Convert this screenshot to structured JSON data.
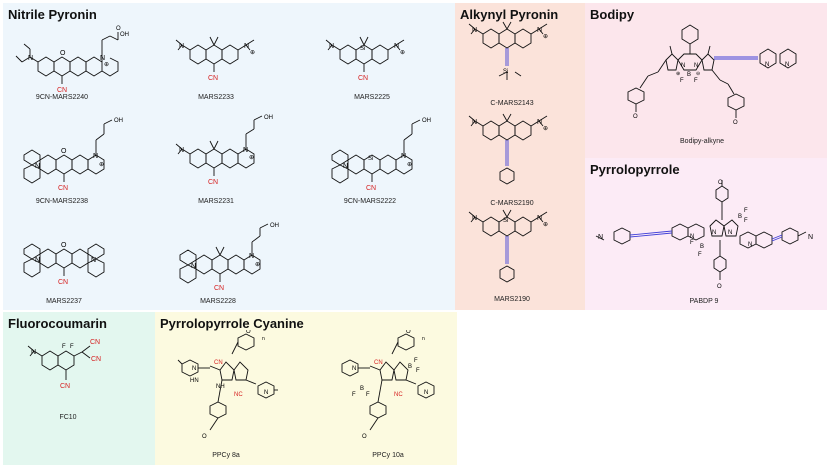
{
  "colors": {
    "nitrile_pyronin_bg": "#eef6fc",
    "alkynyl_pyronin_bg": "#fbe3da",
    "bodipy_bg": "#fce6ec",
    "pyrrolopyrrole_bg": "#fcebf6",
    "fluorocoumarin_bg": "#e3f7ef",
    "pyrrolopyrrole_cyanine_bg": "#fcfae0",
    "cn_label": "#d62020",
    "alkyne_bond": "#4040d8",
    "bond": "#111111"
  },
  "panels": {
    "nitrile_pyronin": {
      "title": "Nitrile Pyronin",
      "compounds": [
        "9CN-MARS2240",
        "MARS2233",
        "MARS2225",
        "9CN-MARS2238",
        "MARS2231",
        "9CN-MARS2222",
        "MARS2237",
        "MARS2228"
      ]
    },
    "alkynyl_pyronin": {
      "title": "Alkynyl Pyronin",
      "compounds": [
        "C-MARS2143",
        "C-MARS2190",
        "MARS2190"
      ]
    },
    "bodipy": {
      "title": "Bodipy",
      "compounds": [
        "Bodipy-alkyne"
      ]
    },
    "pyrrolopyrrole": {
      "title": "Pyrrolopyrrole",
      "compounds": [
        "PABDP 9"
      ]
    },
    "fluorocoumarin": {
      "title": "Fluorocoumarin",
      "compounds": [
        "FC10"
      ]
    },
    "pyrrolopyrrole_cyanine": {
      "title": "Pyrrolopyrrole Cyanine",
      "compounds": [
        "PPCy 8a",
        "PPCy 10a"
      ]
    }
  },
  "structure_text": {
    "cn": "CN",
    "nc": "NC",
    "n": "N",
    "o": "O",
    "b": "B",
    "f": "F",
    "si": "Si",
    "nh": "NH",
    "hn": "HN",
    "oh": "OH",
    "plus": "⊕",
    "minus": "⊖",
    "sub_n": "n"
  }
}
